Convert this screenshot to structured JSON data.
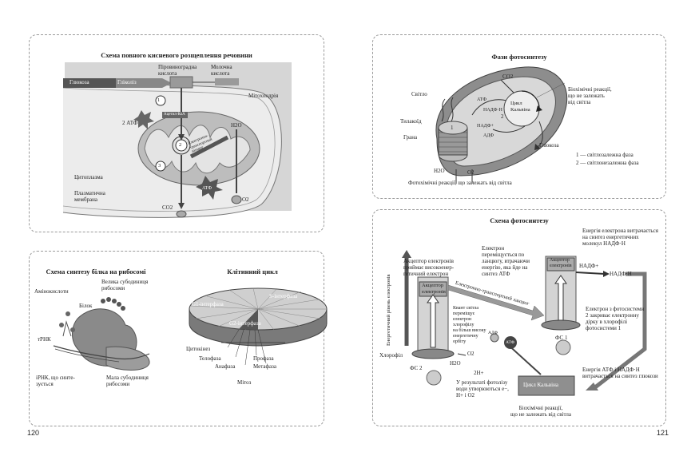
{
  "pages": {
    "left": "120",
    "right": "121"
  },
  "respiration": {
    "title": "Схема повного кисневого розщеплення речовини",
    "glucose": "Глюкоза",
    "glycolysis": "Гліколіз",
    "pyruvate": "Піровиноградна\nкислота",
    "lactic": "Молочна\nкислота",
    "mitochondrion": "Мітохондрія",
    "atp2": "2 АТФ",
    "acetyl": "Ацетил-КоА",
    "etc": "Електронно-\nтранспортний\nланцюг",
    "h2o": "H2O",
    "atp": "АТФ",
    "cytoplasm": "Цитоплазма",
    "membrane": "Плазматична\nмембрана",
    "co2": "CO2",
    "o2": "O2",
    "steps": [
      "1",
      "2",
      "3"
    ]
  },
  "protein": {
    "title": "Схема синтезу білка на рибосомі",
    "amino": "Амінокислоти",
    "large": "Велика субодиниця\nрибосоми",
    "protein": "Білок",
    "trna": "тРНК",
    "mrna": "іРНК, що синте-\nзується",
    "small": "Мала субодиниця\nрибосоми"
  },
  "cellcycle": {
    "title": "Клітинний цикл",
    "g1": "G1-інтерфаза",
    "s": "S-інтерфаза",
    "g2": "G2-інтерфаза",
    "cytokinesis": "Цитокінез",
    "telophase": "Телофаза",
    "anaphase": "Анафаза",
    "prophase": "Профаза",
    "metaphase": "Метафаза",
    "mitosis": "Мітоз"
  },
  "phases": {
    "title": "Фази фотосинтезу",
    "light": "Світло",
    "co2": "CO2",
    "atp": "АТФ",
    "nadph": "НАДФ·Н",
    "nadp": "НАДФ+",
    "adp": "АДФ",
    "calvin": "Цикл\nКальвіна",
    "num1": "1",
    "num2": "2",
    "biochem": "Біохімічні реакції,\nщо не залежать\nвід світла",
    "thylakoid": "Тилакоїд",
    "grana": "Грана",
    "glucose": "Глюкоза",
    "legend1": "1 — світлозалежна фаза",
    "legend2": "2 — світлонезалежна фаза",
    "h2o": "H2O",
    "o2": "O2",
    "photochem": "Фотохімічні реакції, що залежать від світла"
  },
  "photo": {
    "title": "Схема фотосинтезу",
    "acceptorHigh": "Акцептор електронів\nприймає високоенер-\nгетичний електрон",
    "electronMoves": "Електрон переміщується по ланцюгу, втрачаючи енергію, яка йде на синтез АТФ",
    "energyNadph": "Енергія електрона витрачається на синтез енергетичних молекул НАДФ·Н",
    "axis": "Енергетичний рівень електронів",
    "acceptor": "Акцептор\nелектронів",
    "etc": "Електронно-транспортний ланцюг",
    "nadp": "НАДФ+",
    "nadph": "НАДФ·Н",
    "quantum": "Квант світла\nпереміщує\nелектрон\nхлорофілу\nна більш високу\nенергетичну\nорбіту",
    "atp": "АТФ",
    "adp": "АДФ",
    "ps1": "ФС 1",
    "ps2": "ФС 2",
    "chlorophyll": "Хлорофіл",
    "o2": "O2",
    "h2o": "H2O",
    "h2": "2H+",
    "fromPs2": "Електрон з фотосистеми 2 закриває електронну дірку в хлорофілі фотосистеми 1",
    "photolysis": "У результаті фотолізу води утворюються e−, H+ і O2",
    "calvin": "Цикл Кальвіна",
    "energyAtp": "Енергія АТФ і НАДФ·Н витрачається на синтез глюкози",
    "biochem": "Біохімічні реакції,\nщо не залежать від світла"
  }
}
